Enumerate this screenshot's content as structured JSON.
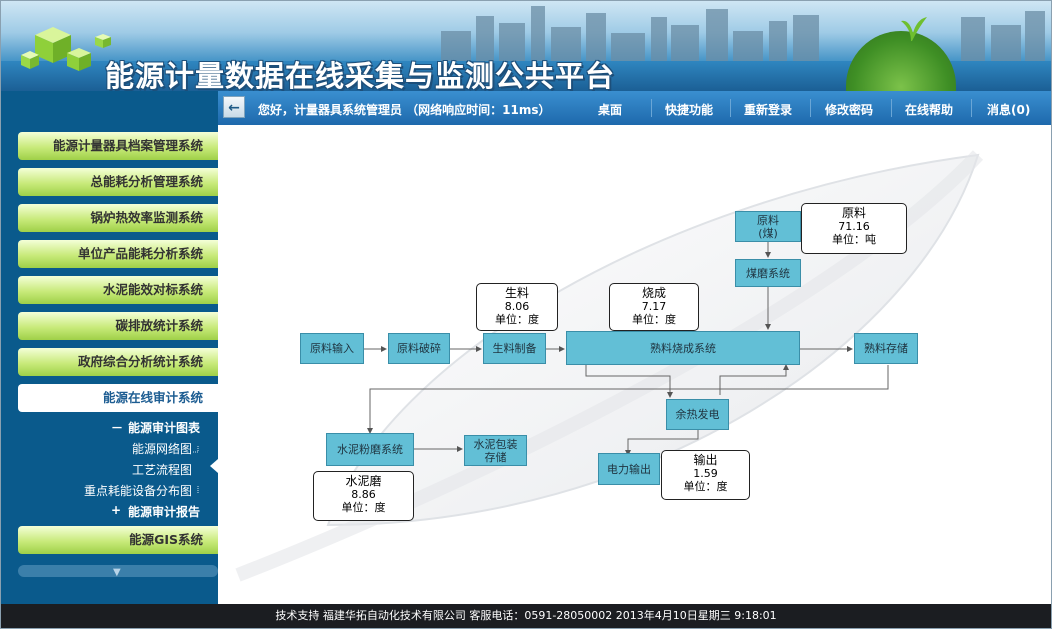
{
  "header": {
    "title": "能源计量数据在线采集与监测公共平台"
  },
  "navbar": {
    "greeting": "您好，计量器具系统管理员 （网络响应时间：11ms）",
    "links": [
      "桌面",
      "快捷功能",
      "重新登录",
      "修改密码",
      "在线帮助",
      "消息(0)"
    ]
  },
  "sidebar": {
    "items": [
      "能源计量器具档案管理系统",
      "总能耗分析管理系统",
      "锅炉热效率监测系统",
      "单位产品能耗分析系统",
      "水泥能效对标系统",
      "碳排放统计系统",
      "政府综合分析统计系统",
      "能源在线审计系统"
    ],
    "sub_heads": [
      {
        "symbol": "－",
        "label": "能源审计图表"
      },
      {
        "symbol": "+",
        "label": "能源审计报告"
      }
    ],
    "sub_items": [
      "能源网络图",
      "工艺流程图",
      "重点耗能设备分布图"
    ],
    "last_item": "能源GIS系统"
  },
  "diagram": {
    "boxes": [
      "原料输入",
      "原料破碎",
      "生料制备",
      "熟料烧成系统",
      "熟料存储",
      "原料\n(煤)",
      "煤磨系统",
      "余热发电",
      "水泥粉磨系统",
      "水泥包装\n存储",
      "电力输出"
    ],
    "labels": [
      {
        "title": "生料",
        "value": "8.06",
        "unit": "单位：度"
      },
      {
        "title": "烧成",
        "value": "7.17",
        "unit": "单位：度"
      },
      {
        "title": "原料",
        "value": "71.16",
        "unit": "单位：吨"
      },
      {
        "title": "水泥磨",
        "value": "8.86",
        "unit": "单位：度"
      },
      {
        "title": "输出",
        "value": "1.59",
        "unit": "单位：度"
      }
    ]
  },
  "footer": {
    "text": "技术支持 福建华拓自动化技术有限公司 客服电话：0591-28050002 2013年4月10日星期三 9:18:01"
  },
  "colors": {
    "box_fill": "#62bfd6",
    "menu_green": "#9fd048",
    "nav_blue": "#1e69ac",
    "sidebar_blue": "#0a5a8c"
  }
}
